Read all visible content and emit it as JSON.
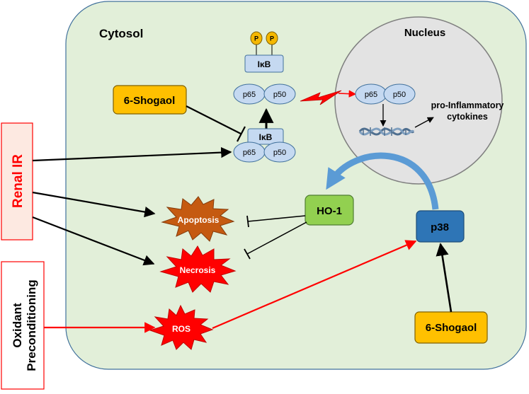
{
  "labels": {
    "cytosol": "Cytosol",
    "nucleus": "Nucleus",
    "phospho": "P",
    "ikb": "IκB",
    "p65": "p65",
    "p50": "p50",
    "shogaol": "6-Shogaol",
    "pro_inflammatory_line1": "pro-Inflammatory",
    "pro_inflammatory_line2": "cytokines",
    "renal_ir": "Renal IR",
    "oxidant_line1": "Oxidant",
    "oxidant_line2": "Preconditioning",
    "apoptosis": "Apoptosis",
    "necrosis": "Necrosis",
    "ros": "ROS",
    "ho1": "HO-1",
    "p38": "p38"
  },
  "colors": {
    "cytosol_fill": "#e2efd9",
    "nucleus_fill": "#e3e3e3",
    "protein_fill": "#c5d9f1",
    "shogaol_fill": "#ffc000",
    "phospho_fill": "#f5b800",
    "ho1_fill": "#92d050",
    "p38_fill": "#2e75b6",
    "apoptosis_fill": "#c55a11",
    "death_fill": "#ff0000",
    "renal_text": "#ff0000",
    "renal_box_fill": "#fde9e1",
    "inhibit_arrow": "#000000",
    "stimulate_arrow": "#ff0000",
    "curved_arrow": "#5b9bd5"
  },
  "icons": {
    "dna": "dna-helix-icon",
    "lightning": "lightning-bolt-icon"
  }
}
